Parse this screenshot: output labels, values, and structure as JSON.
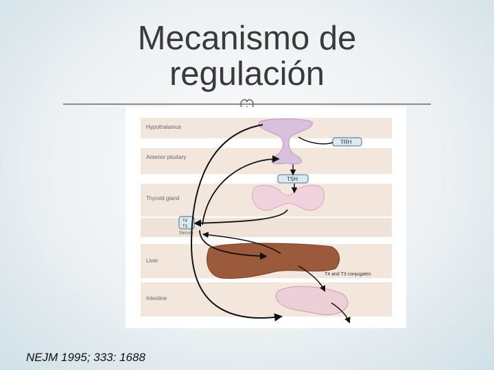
{
  "slide": {
    "title_line1": "Mecanismo de",
    "title_line2": "regulación",
    "citation": "NEJM 1995; 333: 1688"
  },
  "diagram": {
    "rows": [
      "Hypothalamus",
      "Anterior pituitary",
      "Thyroid gland",
      "Serum",
      "Liver",
      "Intestine"
    ],
    "labels": {
      "trh": "TRH",
      "tsh": "TSH",
      "t4": "T4",
      "t3": "T3",
      "conjugates": "T4 and T3 conjugates"
    }
  }
}
